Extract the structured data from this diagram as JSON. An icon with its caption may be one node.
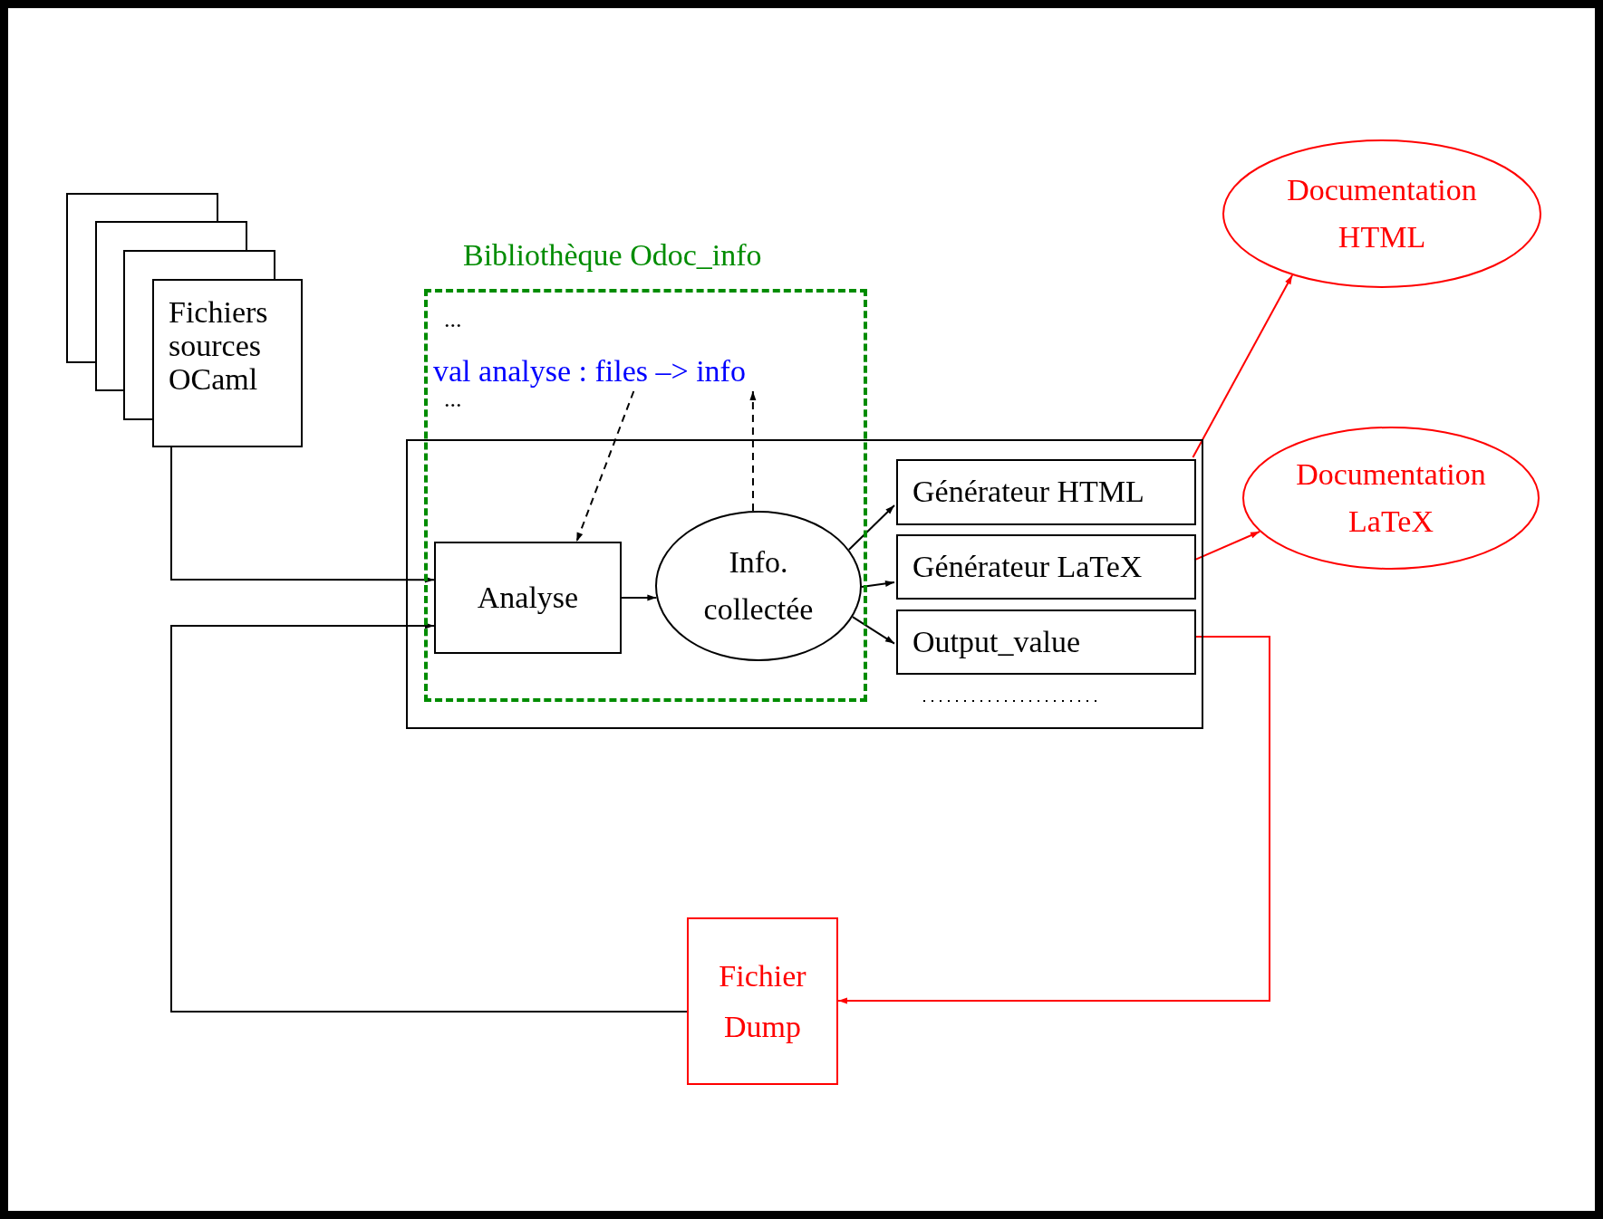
{
  "diagram": {
    "nodes": [
      {
        "text": [
          "Fichiers sources OCaml"
        ]
      },
      {
        "text": [
          "Bibliothèque Odoc_info"
        ]
      },
      {
        "text": [
          "val analyse : files –> info"
        ],
        "in": 1
      },
      {
        "text": [],
        "shape": "box"
      },
      {
        "text": [
          "Analyse"
        ]
      },
      {
        "text": [
          "Info. collectée"
        ]
      },
      {
        "text": [
          "Générateur HTML"
        ],
        "in": 3
      },
      {
        "text": [
          "Générateur LaTeX"
        ],
        "in": 3
      },
      {
        "text": [
          "Output_value"
        ],
        "in": 3
      },
      {
        "text": [
          "Documentation HTML"
        ]
      },
      {
        "text": [
          "Documentation LaTeX"
        ]
      },
      {
        "text": [
          "Fichier Dump"
        ]
      }
    ],
    "edges": [
      {
        "from": 0,
        "to": 4,
        "arrow": "to"
      },
      {
        "from": 11,
        "to": 4,
        "arrow": "to"
      },
      {
        "from": 4,
        "to": 5,
        "arrow": "to"
      },
      {
        "from": 5,
        "to": 6,
        "arrow": "to"
      },
      {
        "from": 5,
        "to": 7,
        "arrow": "to"
      },
      {
        "from": 5,
        "to": 8,
        "arrow": "to"
      },
      {
        "from": 6,
        "to": 9,
        "arrow": "to",
        "color": "#ff0000"
      },
      {
        "from": 7,
        "to": 10,
        "arrow": "to",
        "color": "#ff0000"
      },
      {
        "from": 8,
        "to": 11,
        "arrow": "to",
        "color": "#ff0000"
      },
      {
        "from": 2,
        "to": 4,
        "arrow": "to",
        "style": "dashed"
      },
      {
        "from": 5,
        "to": 2,
        "arrow": "to",
        "style": "dashed"
      }
    ],
    "labels": [
      "...",
      "..."
    ]
  }
}
